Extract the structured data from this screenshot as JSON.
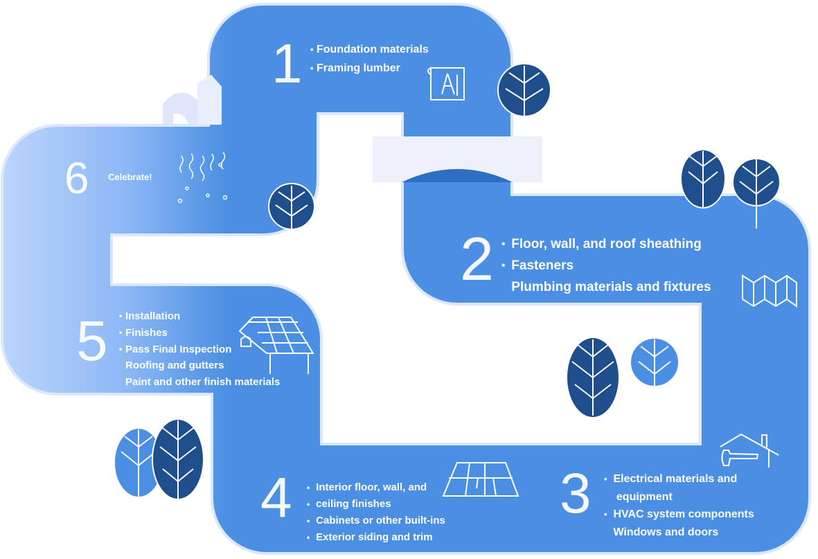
{
  "colors": {
    "road": "#4a8fe3",
    "road_light": "#b4d0fb",
    "tree": "#1f4e8c",
    "bridge": "#eef0fb",
    "icon": "#ffffff"
  },
  "steps": [
    {
      "number": "1",
      "items": [
        {
          "text": "Foundation materials",
          "bullet": true
        },
        {
          "text": "Framing lumber",
          "bullet": true
        }
      ],
      "icon": "blueprint-compass-icon"
    },
    {
      "number": "2",
      "items": [
        {
          "text": "Floor, wall, and roof sheathing",
          "bullet": true
        },
        {
          "text": "Fasteners",
          "bullet": true
        },
        {
          "text": "Plumbing materials and fixtures",
          "bullet": false
        }
      ],
      "icon": "folded-sheathing-icon"
    },
    {
      "number": "3",
      "items": [
        {
          "text": "Electrical materials and",
          "bullet": true
        },
        {
          "text": "equipment",
          "bullet": false
        },
        {
          "text": "HVAC system components",
          "bullet": true
        },
        {
          "text": "Windows and doors",
          "bullet": false
        }
      ],
      "icon": "house-hammer-icon"
    },
    {
      "number": "4",
      "items": [
        {
          "text": "Interior floor, wall, and",
          "bullet": true
        },
        {
          "text": "ceiling finishes",
          "bullet": true
        },
        {
          "text": "Cabinets or other built-ins",
          "bullet": true
        },
        {
          "text": "Exterior siding and trim",
          "bullet": true
        }
      ],
      "icon": "floor-planks-icon"
    },
    {
      "number": "5",
      "items": [
        {
          "text": "Installation",
          "bullet": true
        },
        {
          "text": "Finishes",
          "bullet": true
        },
        {
          "text": "Pass Final Inspection",
          "bullet": true
        },
        {
          "text": "Roofing and gutters",
          "bullet": false
        },
        {
          "text": "Paint and other finish materials",
          "bullet": false
        }
      ],
      "icon": "solar-roof-icon"
    },
    {
      "number": "6",
      "label": "Celebrate!",
      "icon": "confetti-icon"
    }
  ],
  "bullet_char": "•"
}
